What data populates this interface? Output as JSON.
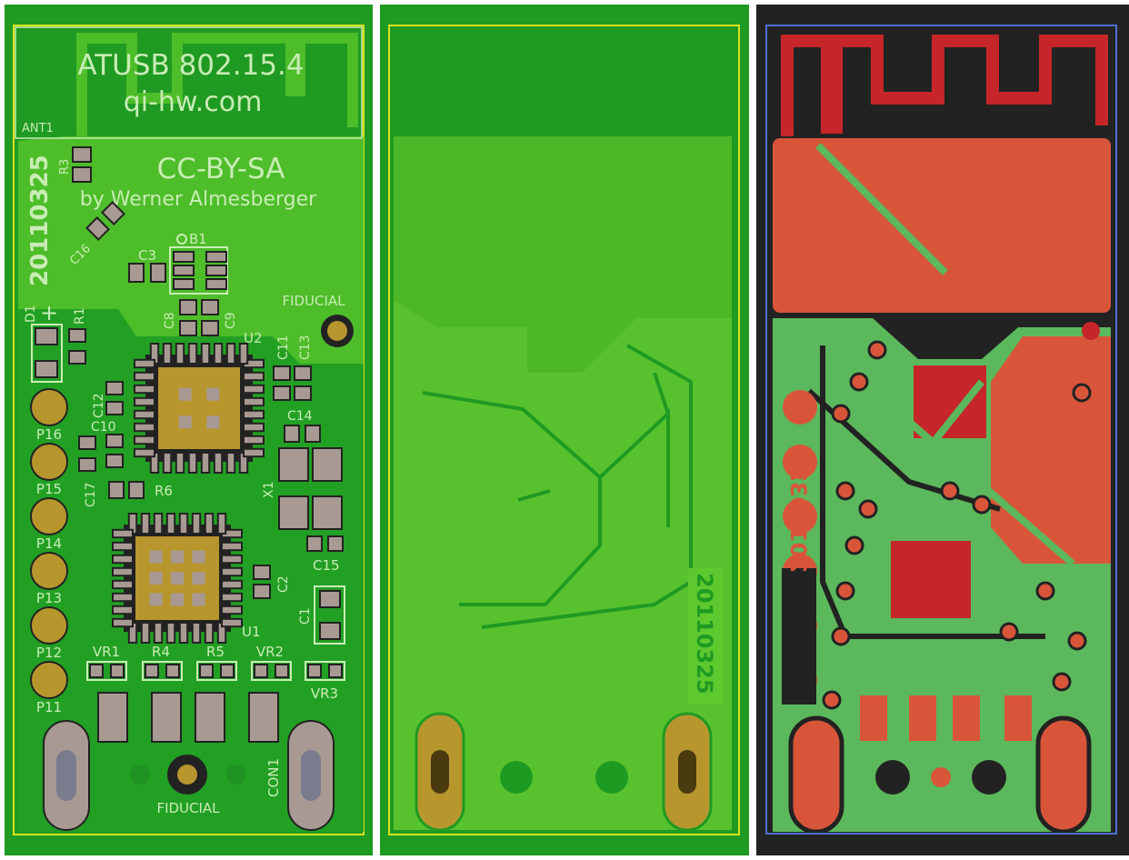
{
  "colors": {
    "board_dark": "#1f9a22",
    "board_light": "#4dbd29",
    "silkscreen": "#c9ecb6",
    "edge_cuts": "#d8e21e",
    "pad_gold": "#b8962e",
    "pad_grey": "#a89a93",
    "copper_red": "#d9553a",
    "copper_red_dark": "#c6262a",
    "copper_green": "#5cb85c",
    "outline_blue": "#4d6fd3",
    "background_dark": "#222222"
  },
  "front": {
    "title": "ATUSB 802.15.4",
    "url": "qi-hw.com",
    "license": "CC-BY-SA",
    "author": "by Werner Almesberger",
    "date": "20110325",
    "refs": {
      "ant1": "ANT1",
      "r3": "R3",
      "c16": "C16",
      "c3": "C3",
      "b1": "B1",
      "fiducial_top": "FIDUCIAL",
      "d1": "D1",
      "plus": "+",
      "r1": "R1",
      "c8": "C8",
      "c9": "C9",
      "u2": "U2",
      "c11": "C11",
      "c13": "C13",
      "c12": "C12",
      "c10": "C10",
      "c14": "C14",
      "c17": "C17",
      "r6": "R6",
      "x1": "X1",
      "c15": "C15",
      "c2": "C2",
      "c1": "C1",
      "u1": "U1",
      "vr1": "VR1",
      "r4": "R4",
      "r5": "R5",
      "vr2": "VR2",
      "vr3": "VR3",
      "con1": "CON1",
      "fiducial_bottom": "FIDUCIAL"
    },
    "test_points": [
      "P16",
      "P15",
      "P14",
      "P13",
      "P12",
      "P11"
    ]
  },
  "back": {
    "date": "20110325"
  },
  "copper": {
    "date": "20110325"
  }
}
